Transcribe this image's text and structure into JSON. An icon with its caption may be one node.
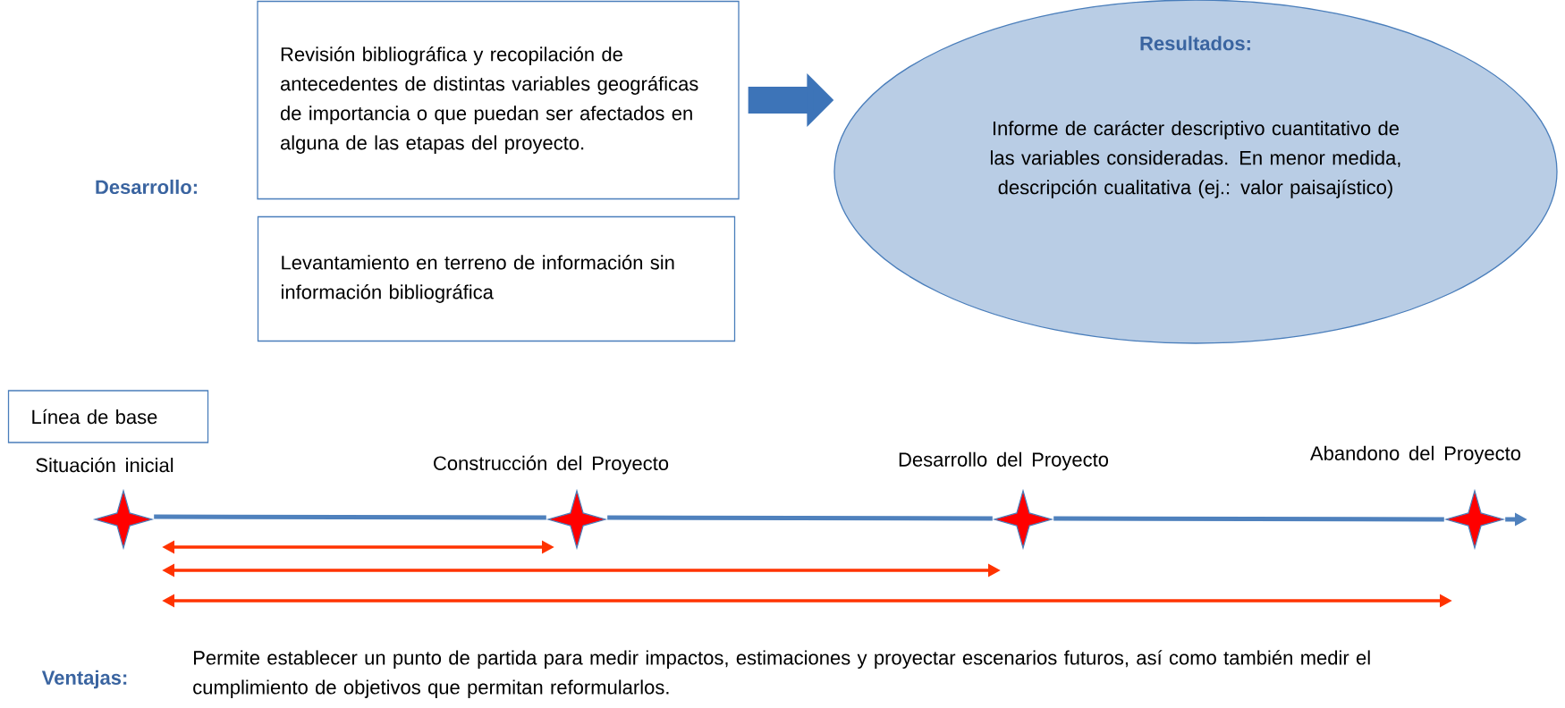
{
  "diagram": {
    "nodes": [
      {
        "text": [
          "Revisión bibliográfica y recopilación de antecedentes de distintas variables geográficas de importancia o que puedan ser afectados en alguna de las etapas del proyecto."
        ]
      },
      {
        "text": [
          "Levantamiento en terreno de información sin información bibliográfica"
        ]
      },
      {
        "text": [
          "Resultados:",
          "Informe de carácter descriptivo cuantitativo de las variables consideradas. En menor medida, descripción cualitativa (ej.: valor paisajístico)"
        ]
      },
      {
        "text": [
          "Línea de base"
        ]
      },
      {
        "text": [],
        "shape": "star",
        "beside": [
          "Situación inicial"
        ]
      },
      {
        "text": [],
        "shape": "star",
        "beside": [
          "Construcción del Proyecto"
        ]
      },
      {
        "text": [],
        "shape": "star",
        "beside": [
          "Desarrollo del Proyecto"
        ]
      },
      {
        "text": [],
        "shape": "star",
        "beside": [
          "Abandono del Proyecto"
        ]
      }
    ],
    "edges": [
      {
        "from": 0,
        "to": 2,
        "arrow": "to",
        "style": "thick",
        "color": "#3d74b8"
      },
      {
        "from": 4,
        "to": 5,
        "arrow": "none",
        "color": "#4f81bd"
      },
      {
        "from": 5,
        "to": 6,
        "arrow": "none",
        "color": "#4f81bd"
      },
      {
        "from": 6,
        "to": 7,
        "arrow": "none",
        "color": "#4f81bd"
      },
      {
        "from": 7,
        "to": null,
        "arrow": "to",
        "color": "#4f81bd"
      },
      {
        "from": 4,
        "to": 5,
        "arrow": "both",
        "color": "#ff3300"
      },
      {
        "from": 4,
        "to": 6,
        "arrow": "both",
        "color": "#ff3300"
      },
      {
        "from": 4,
        "to": 7,
        "arrow": "both",
        "color": "#ff3300"
      }
    ],
    "labels": [
      "Desarrollo:",
      "Ventajas:",
      "Permite establecer un punto de partida para medir impactos, estimaciones y proyectar escenarios futuros, así como también medir el cumplimiento de objetivos que permitan reformularlos."
    ]
  }
}
